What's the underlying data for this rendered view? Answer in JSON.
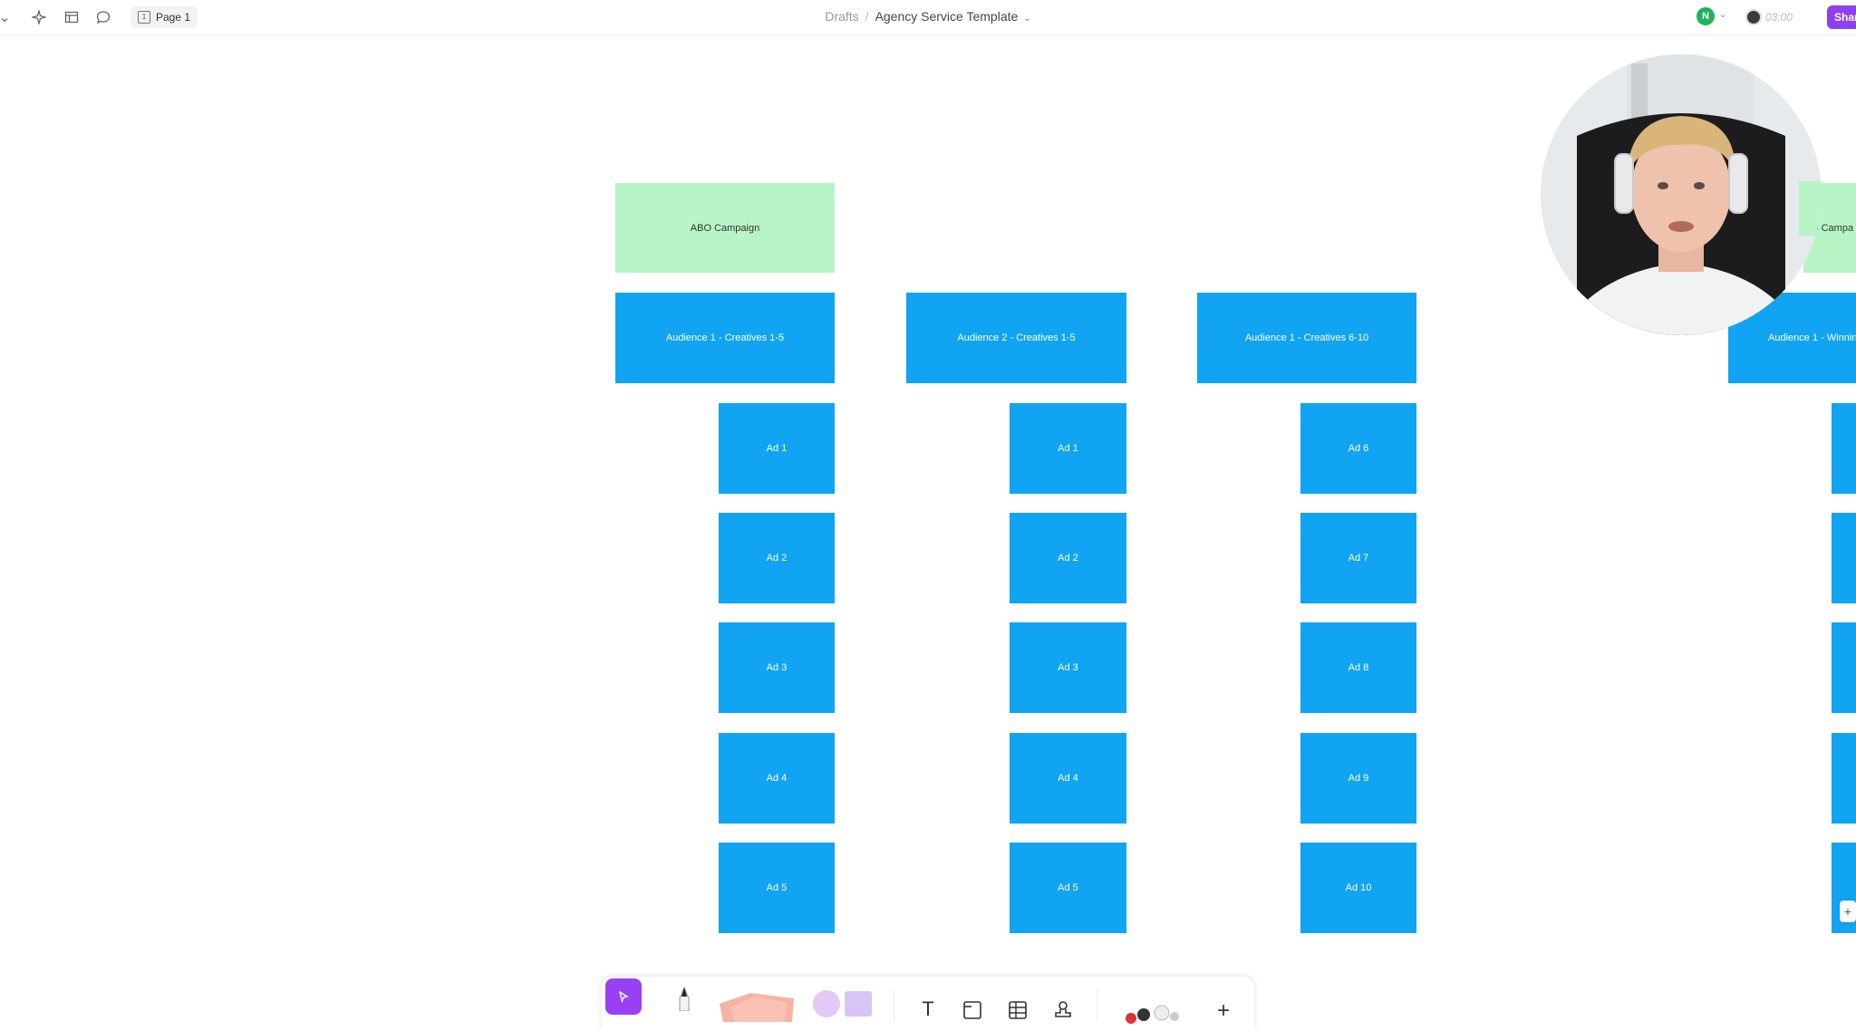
{
  "topbar": {
    "page_label": "Page 1",
    "breadcrumb_parent": "Drafts",
    "breadcrumb_sep": "/",
    "file_name": "Agency Service Template",
    "user_initial": "N",
    "timer": "03:00",
    "share_label": "Shar",
    "accent_color": "#8f3ff0"
  },
  "board": {
    "campaign_label": "ABO Campaign",
    "campaign_color": "#b7f5c6",
    "node_color": "#10a4f3",
    "partial_campaign_label": "O Campa",
    "partial_adset_label": "Audience 1 - Winnin",
    "columns": [
      {
        "adset": "Audience 1 - Creatives 1-5",
        "ads": [
          "Ad 1",
          "Ad 2",
          "Ad 3",
          "Ad 4",
          "Ad 5"
        ]
      },
      {
        "adset": "Audience 2 - Creatives 1-5",
        "ads": [
          "Ad 1",
          "Ad 2",
          "Ad 3",
          "Ad 4",
          "Ad 5"
        ]
      },
      {
        "adset": "Audience 1 - Creatives 6-10",
        "ads": [
          "Ad 6",
          "Ad 7",
          "Ad 8",
          "Ad 9",
          "Ad 10"
        ]
      }
    ]
  },
  "bottom_toolbar": {
    "text_tool": "T",
    "add_symbol": "+"
  }
}
